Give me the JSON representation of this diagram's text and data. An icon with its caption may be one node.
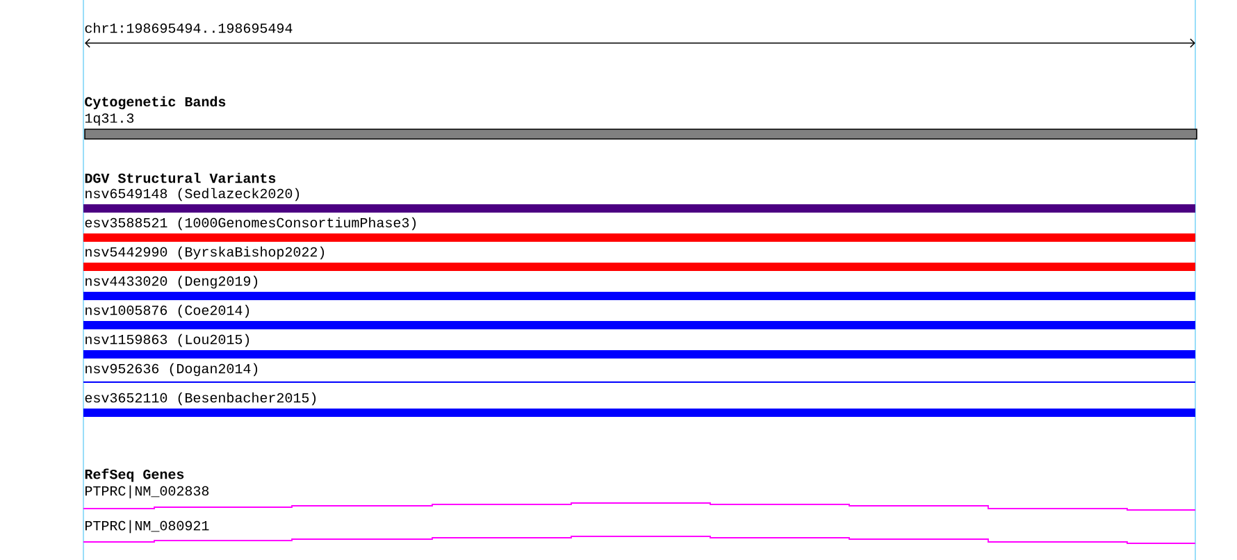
{
  "diagram": {
    "labels": [
      "chr1:198695494..198695494",
      "Cytogenetic Bands",
      "1q31.3",
      "DGV Structural Variants",
      "nsv6549148 (Sedlazeck2020)",
      "esv3588521 (1000GenomesConsortiumPhase3)",
      "nsv5442990 (ByrskaBishop2022)",
      "nsv4433020 (Deng2019)",
      "nsv1005876 (Coe2014)",
      "nsv1159863 (Lou2015)",
      "nsv952636 (Dogan2014)",
      "esv3652110 (Besenbacher2015)",
      "RefSeq Genes",
      "PTPRC|NM_002838",
      "PTPRC|NM_080921"
    ]
  }
}
